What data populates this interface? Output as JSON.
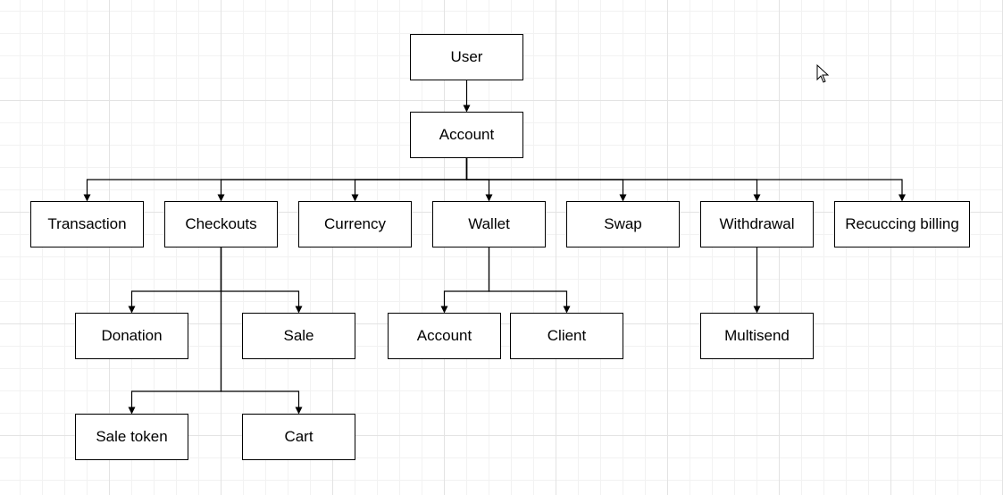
{
  "diagram": {
    "nodes": [
      {
        "id": "user",
        "label": "User"
      },
      {
        "id": "account",
        "label": "Account"
      },
      {
        "id": "transaction",
        "label": "Transaction"
      },
      {
        "id": "checkouts",
        "label": "Checkouts"
      },
      {
        "id": "currency",
        "label": "Currency"
      },
      {
        "id": "wallet",
        "label": "Wallet"
      },
      {
        "id": "swap",
        "label": "Swap"
      },
      {
        "id": "withdrawal",
        "label": "Withdrawal"
      },
      {
        "id": "recurring-billing",
        "label": "Recuccing billing"
      },
      {
        "id": "donation",
        "label": "Donation"
      },
      {
        "id": "sale",
        "label": "Sale"
      },
      {
        "id": "wallet-account",
        "label": "Account"
      },
      {
        "id": "client",
        "label": "Client"
      },
      {
        "id": "multisend",
        "label": "Multisend"
      },
      {
        "id": "sale-token",
        "label": "Sale token"
      },
      {
        "id": "cart",
        "label": "Cart"
      }
    ],
    "edges": [
      {
        "from": "user",
        "to": "account"
      },
      {
        "from": "account",
        "to": "transaction"
      },
      {
        "from": "account",
        "to": "checkouts"
      },
      {
        "from": "account",
        "to": "currency"
      },
      {
        "from": "account",
        "to": "wallet"
      },
      {
        "from": "account",
        "to": "swap"
      },
      {
        "from": "account",
        "to": "withdrawal"
      },
      {
        "from": "account",
        "to": "recurring-billing"
      },
      {
        "from": "checkouts",
        "to": "donation"
      },
      {
        "from": "checkouts",
        "to": "sale"
      },
      {
        "from": "checkouts",
        "to": "sale-token"
      },
      {
        "from": "checkouts",
        "to": "cart"
      },
      {
        "from": "wallet",
        "to": "wallet-account"
      },
      {
        "from": "wallet",
        "to": "client"
      },
      {
        "from": "withdrawal",
        "to": "multisend"
      }
    ]
  }
}
